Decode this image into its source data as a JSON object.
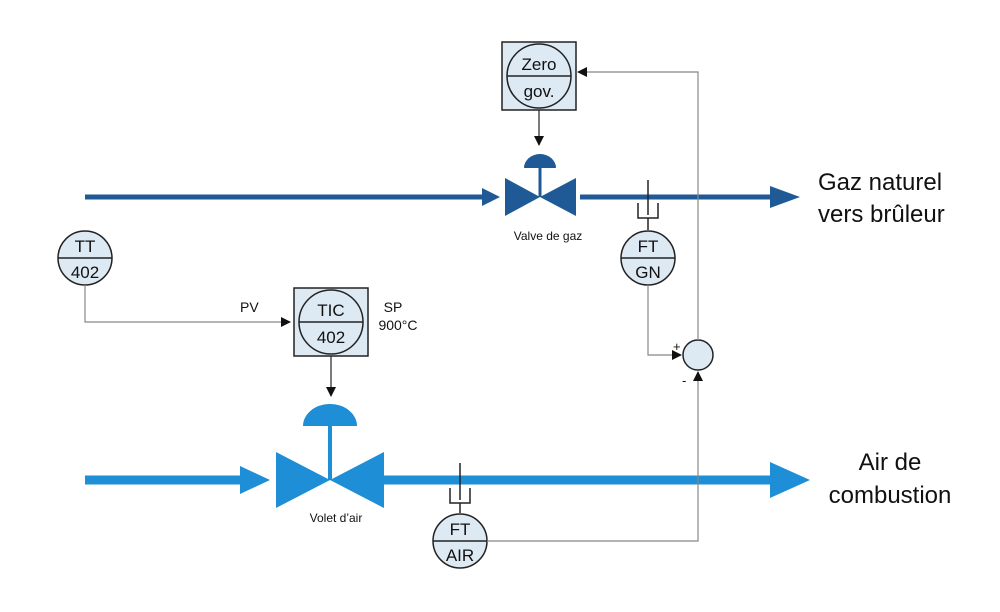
{
  "colors": {
    "gas_line": "#1f5a96",
    "air_line": "#1e8fd6",
    "signal_line": "#888888",
    "instrument_fill": "#dde9f3",
    "instrument_stroke": "#222222"
  },
  "gas_destination": {
    "line1": "Gaz naturel",
    "line2": "vers brûleur"
  },
  "air_destination": {
    "line1": "Air de",
    "line2": "combustion"
  },
  "gas_valve": {
    "label": "Valve de gaz"
  },
  "air_damper": {
    "label": "Volet d’air"
  },
  "zero_governor": {
    "line1": "Zero",
    "line2": "gov."
  },
  "temperature_transmitter": {
    "tag": "TT",
    "loop": "402"
  },
  "temperature_controller": {
    "tag": "TIC",
    "loop": "402",
    "input_label": "PV",
    "setpoint_label": "SP",
    "setpoint_value": "900°C"
  },
  "gas_flow_transmitter": {
    "tag": "FT",
    "loop": "GN"
  },
  "air_flow_transmitter": {
    "tag": "FT",
    "loop": "AIR"
  },
  "summer": {
    "plus_sign": "+",
    "minus_sign": "-"
  }
}
